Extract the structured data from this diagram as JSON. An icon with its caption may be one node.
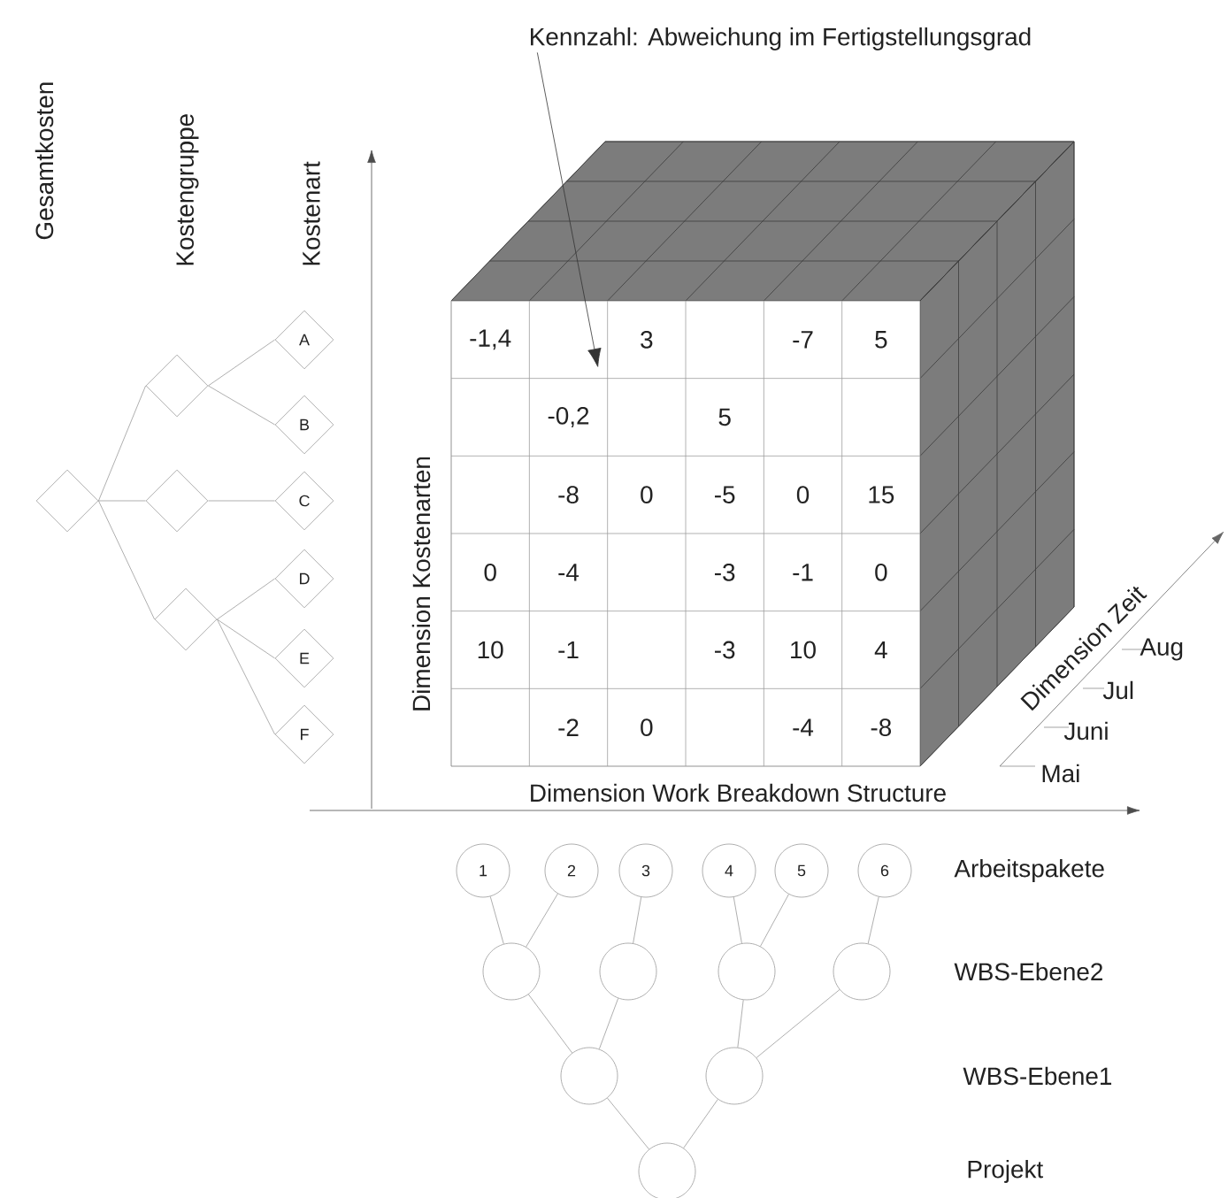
{
  "diagram": {
    "nodes": [
      {
        "text": [],
        "shape": "diamond"
      },
      {
        "text": [],
        "shape": "diamond"
      },
      {
        "text": [],
        "shape": "diamond"
      },
      {
        "text": [],
        "shape": "diamond"
      },
      {
        "text": [
          "A"
        ]
      },
      {
        "text": [
          "B"
        ]
      },
      {
        "text": [
          "C"
        ]
      },
      {
        "text": [
          "D"
        ]
      },
      {
        "text": [
          "E"
        ]
      },
      {
        "text": [
          "F"
        ]
      },
      {
        "text": [
          "Kennzahl: Abweichung im Fertigstellungsgrad"
        ]
      },
      {
        "text": [
          "1"
        ]
      },
      {
        "text": [
          "2"
        ]
      },
      {
        "text": [
          "3"
        ]
      },
      {
        "text": [
          "4"
        ]
      },
      {
        "text": [
          "5"
        ]
      },
      {
        "text": [
          "6"
        ]
      },
      {
        "text": [],
        "shape": "circle"
      },
      {
        "text": [],
        "shape": "circle"
      },
      {
        "text": [],
        "shape": "circle"
      },
      {
        "text": [],
        "shape": "circle"
      },
      {
        "text": [],
        "shape": "circle"
      },
      {
        "text": [],
        "shape": "circle"
      },
      {
        "text": [],
        "shape": "circle"
      }
    ],
    "edges": [
      {
        "from": 0,
        "to": 1,
        "arrow": "none"
      },
      {
        "from": 0,
        "to": 2,
        "arrow": "none"
      },
      {
        "from": 0,
        "to": 3,
        "arrow": "none"
      },
      {
        "from": 1,
        "to": 4,
        "arrow": "none"
      },
      {
        "from": 1,
        "to": 5,
        "arrow": "none"
      },
      {
        "from": 2,
        "to": 6,
        "arrow": "none"
      },
      {
        "from": 3,
        "to": 7,
        "arrow": "none"
      },
      {
        "from": 3,
        "to": 8,
        "arrow": "none"
      },
      {
        "from": 3,
        "to": 9,
        "arrow": "none"
      },
      {
        "from": 10,
        "to": null,
        "arrow": "to",
        "color": "#333333"
      },
      {
        "from": 11,
        "to": 17,
        "arrow": "none"
      },
      {
        "from": 12,
        "to": 17,
        "arrow": "none"
      },
      {
        "from": 13,
        "to": 18,
        "arrow": "none"
      },
      {
        "from": 14,
        "to": 19,
        "arrow": "none"
      },
      {
        "from": 15,
        "to": 19,
        "arrow": "none"
      },
      {
        "from": 16,
        "to": 20,
        "arrow": "none"
      },
      {
        "from": 17,
        "to": 21,
        "arrow": "none"
      },
      {
        "from": 18,
        "to": 21,
        "arrow": "none"
      },
      {
        "from": 19,
        "to": 22,
        "arrow": "none"
      },
      {
        "from": 20,
        "to": 22,
        "arrow": "none"
      },
      {
        "from": 21,
        "to": 23,
        "arrow": "none"
      },
      {
        "from": 22,
        "to": 23,
        "arrow": "none"
      }
    ],
    "labels": [
      "Gesamtkosten",
      "Kostengruppe",
      "Kostenart",
      "Dimension Kostenarten",
      "-1,4",
      "3",
      "-7",
      "5",
      "-0,2",
      "5",
      "-8",
      "0",
      "-5",
      "0",
      "15",
      "0",
      "-4",
      "-3",
      "-1",
      "0",
      "10",
      "-1",
      "-3",
      "10",
      "4",
      "-2",
      "0",
      "-4",
      "-8",
      "Dimension Work Breakdown Structure",
      "Dimension Zeit",
      "Aug",
      "Jul",
      "Juni",
      "Mai",
      "Arbeitspakete",
      "WBS-Ebene2",
      "WBS-Ebene1",
      "Projekt"
    ]
  }
}
